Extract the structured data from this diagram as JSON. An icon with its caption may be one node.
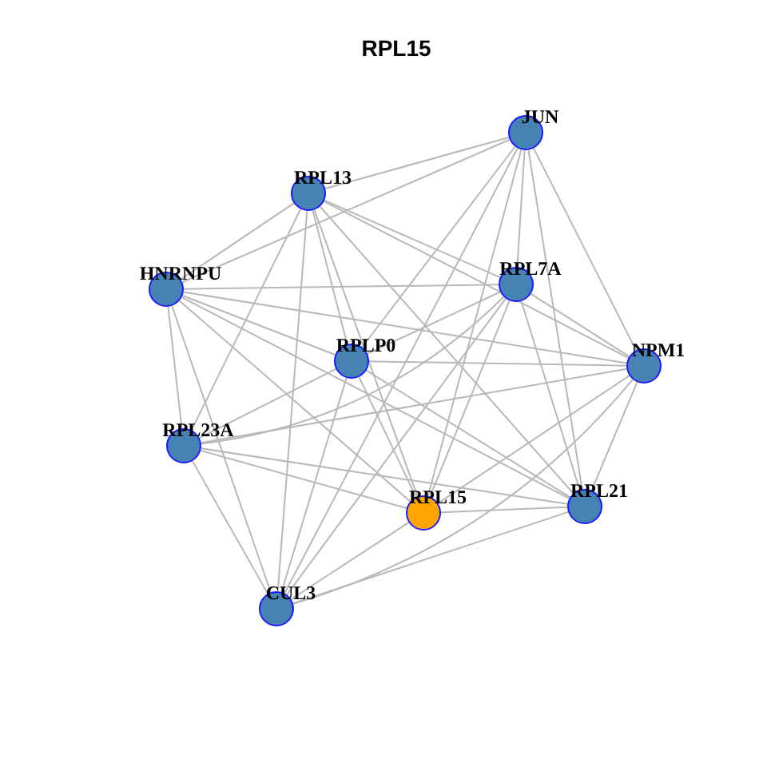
{
  "diagram": {
    "title": "RPL15",
    "nodes": [
      {
        "text": [
          "JUN"
        ]
      },
      {
        "text": [
          "RPL13"
        ]
      },
      {
        "text": [
          "HNRNPU"
        ]
      },
      {
        "text": [
          "RPL7A"
        ]
      },
      {
        "text": [
          "RPLP0"
        ]
      },
      {
        "text": [
          "NPM1"
        ]
      },
      {
        "text": [
          "RPL23A"
        ]
      },
      {
        "text": [
          "RPL15"
        ]
      },
      {
        "text": [
          "RPL21"
        ]
      },
      {
        "text": [
          "CUL3"
        ]
      }
    ],
    "edges": [
      {
        "from": 0,
        "to": 1,
        "arrow": "none"
      },
      {
        "from": 0,
        "to": 2,
        "arrow": "none"
      },
      {
        "from": 0,
        "to": 3,
        "arrow": "none"
      },
      {
        "from": 0,
        "to": 5,
        "arrow": "none"
      },
      {
        "from": 0,
        "to": 8,
        "arrow": "none"
      },
      {
        "from": 0,
        "to": 7,
        "arrow": "none"
      },
      {
        "from": 0,
        "to": 9,
        "arrow": "none"
      },
      {
        "from": 0,
        "to": 4,
        "arrow": "none"
      },
      {
        "from": 1,
        "to": 2,
        "arrow": "none"
      },
      {
        "from": 1,
        "to": 3,
        "arrow": "none"
      },
      {
        "from": 1,
        "to": 5,
        "arrow": "none"
      },
      {
        "from": 1,
        "to": 4,
        "arrow": "none"
      },
      {
        "from": 1,
        "to": 6,
        "arrow": "none"
      },
      {
        "from": 1,
        "to": 7,
        "arrow": "none"
      },
      {
        "from": 1,
        "to": 8,
        "arrow": "none"
      },
      {
        "from": 1,
        "to": 9,
        "arrow": "none"
      },
      {
        "from": 2,
        "to": 3,
        "arrow": "none"
      },
      {
        "from": 2,
        "to": 5,
        "arrow": "none"
      },
      {
        "from": 2,
        "to": 4,
        "arrow": "none"
      },
      {
        "from": 2,
        "to": 8,
        "arrow": "none"
      },
      {
        "from": 2,
        "to": 7,
        "arrow": "none"
      },
      {
        "from": 2,
        "to": 6,
        "arrow": "none"
      },
      {
        "from": 2,
        "to": 9,
        "arrow": "none"
      },
      {
        "from": 3,
        "to": 5,
        "arrow": "none"
      },
      {
        "from": 3,
        "to": 6,
        "arrow": "none"
      },
      {
        "from": 3,
        "to": 8,
        "arrow": "none"
      },
      {
        "from": 3,
        "to": 7,
        "arrow": "none"
      },
      {
        "from": 3,
        "to": 9,
        "arrow": "none"
      },
      {
        "from": 3,
        "to": 4,
        "arrow": "none"
      },
      {
        "from": 4,
        "to": 5,
        "arrow": "none"
      },
      {
        "from": 4,
        "to": 6,
        "arrow": "none"
      },
      {
        "from": 4,
        "to": 7,
        "arrow": "none"
      },
      {
        "from": 4,
        "to": 8,
        "arrow": "none"
      },
      {
        "from": 4,
        "to": 9,
        "arrow": "none"
      },
      {
        "from": 5,
        "to": 6,
        "arrow": "none"
      },
      {
        "from": 5,
        "to": 8,
        "arrow": "none"
      },
      {
        "from": 5,
        "to": 9,
        "arrow": "none"
      },
      {
        "from": 5,
        "to": 7,
        "arrow": "none"
      },
      {
        "from": 6,
        "to": 7,
        "arrow": "none"
      },
      {
        "from": 6,
        "to": 8,
        "arrow": "none"
      },
      {
        "from": 6,
        "to": 9,
        "arrow": "none"
      },
      {
        "from": 7,
        "to": 8,
        "arrow": "none"
      },
      {
        "from": 7,
        "to": 9,
        "arrow": "none"
      },
      {
        "from": 9,
        "to": 8,
        "arrow": "none"
      }
    ]
  }
}
